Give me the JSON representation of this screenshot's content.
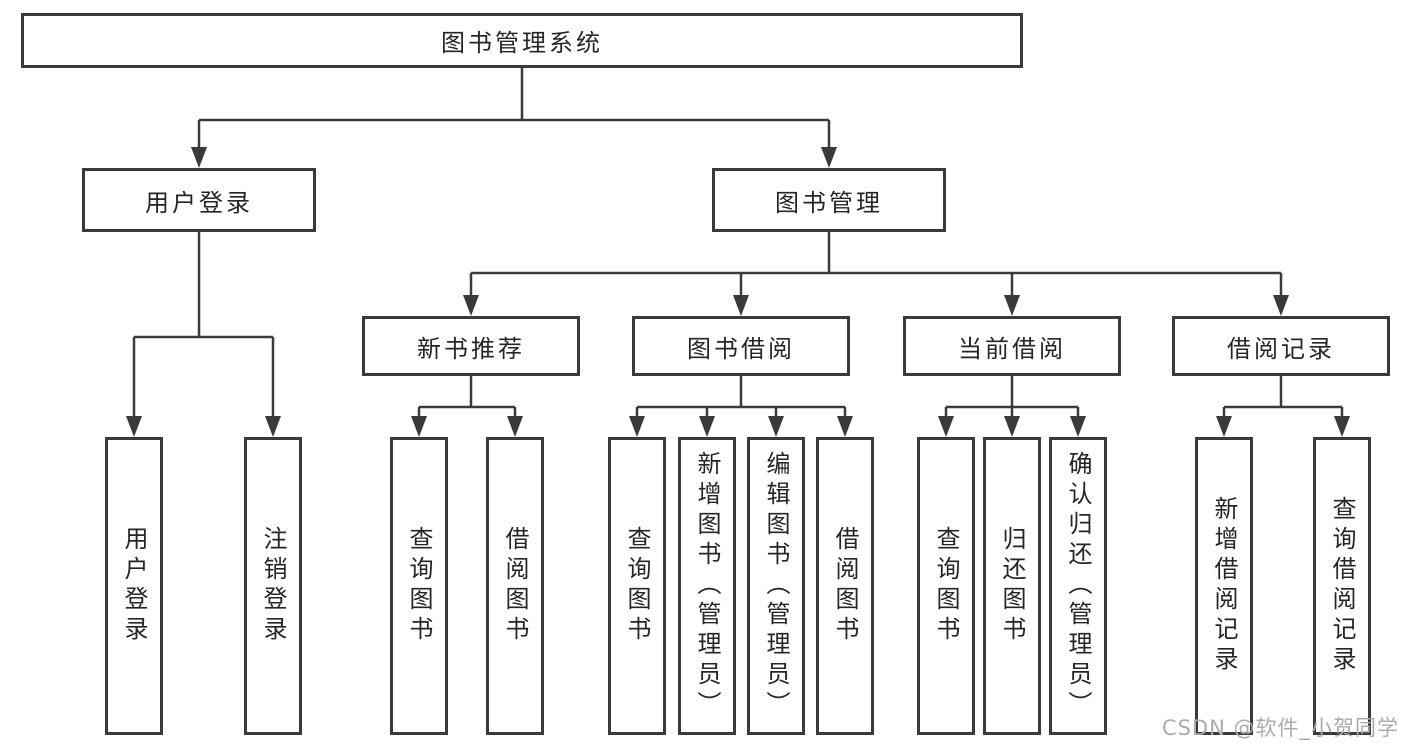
{
  "root_label": "图书管理系统",
  "nodes": {
    "user_login": {
      "label": "用户登录",
      "children": [
        "用户登录",
        "注销登录"
      ]
    },
    "book_management": {
      "label": "图书管理"
    },
    "new_book_recommend": {
      "label": "新书推荐",
      "children": [
        "查询图书",
        "借阅图书"
      ]
    },
    "book_borrow": {
      "label": "图书借阅",
      "children": [
        "查询图书",
        "新增图书（管理员）",
        "编辑图书（管理员）",
        "借阅图书"
      ]
    },
    "current_borrow": {
      "label": "当前借阅",
      "children": [
        "查询图书",
        "归还图书",
        "确认归还（管理员）"
      ]
    },
    "borrow_records": {
      "label": "借阅记录",
      "children": [
        "新增借阅记录",
        "查询借阅记录"
      ]
    }
  },
  "watermark": "CSDN @软件_小贺同学",
  "colors": {
    "line": "#3a3a3a",
    "text": "#262626",
    "watermark": "#ababab",
    "background": "#ffffff"
  }
}
